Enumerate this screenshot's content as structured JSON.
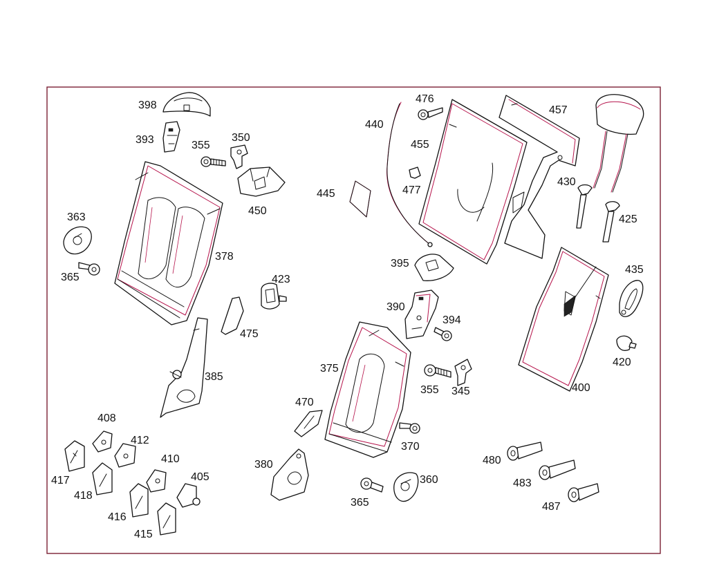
{
  "diagram": {
    "part_numbers": {
      "p398": "398",
      "p393": "393",
      "p355a": "355",
      "p350": "350",
      "p450": "450",
      "p363": "363",
      "p365a": "365",
      "p378": "378",
      "p423": "423",
      "p475": "475",
      "p385": "385",
      "p408": "408",
      "p412": "412",
      "p410": "410",
      "p405": "405",
      "p417": "417",
      "p418": "418",
      "p416": "416",
      "p415": "415",
      "p476": "476",
      "p440": "440",
      "p455": "455",
      "p457": "457",
      "p477": "477",
      "p445": "445",
      "p430": "430",
      "p425": "425",
      "p395": "395",
      "p435": "435",
      "p390": "390",
      "p394": "394",
      "p420": "420",
      "p375": "375",
      "p355b": "355",
      "p345": "345",
      "p400": "400",
      "p470": "470",
      "p370": "370",
      "p380": "380",
      "p365b": "365",
      "p360": "360",
      "p480": "480",
      "p483": "483",
      "p487": "487"
    }
  }
}
